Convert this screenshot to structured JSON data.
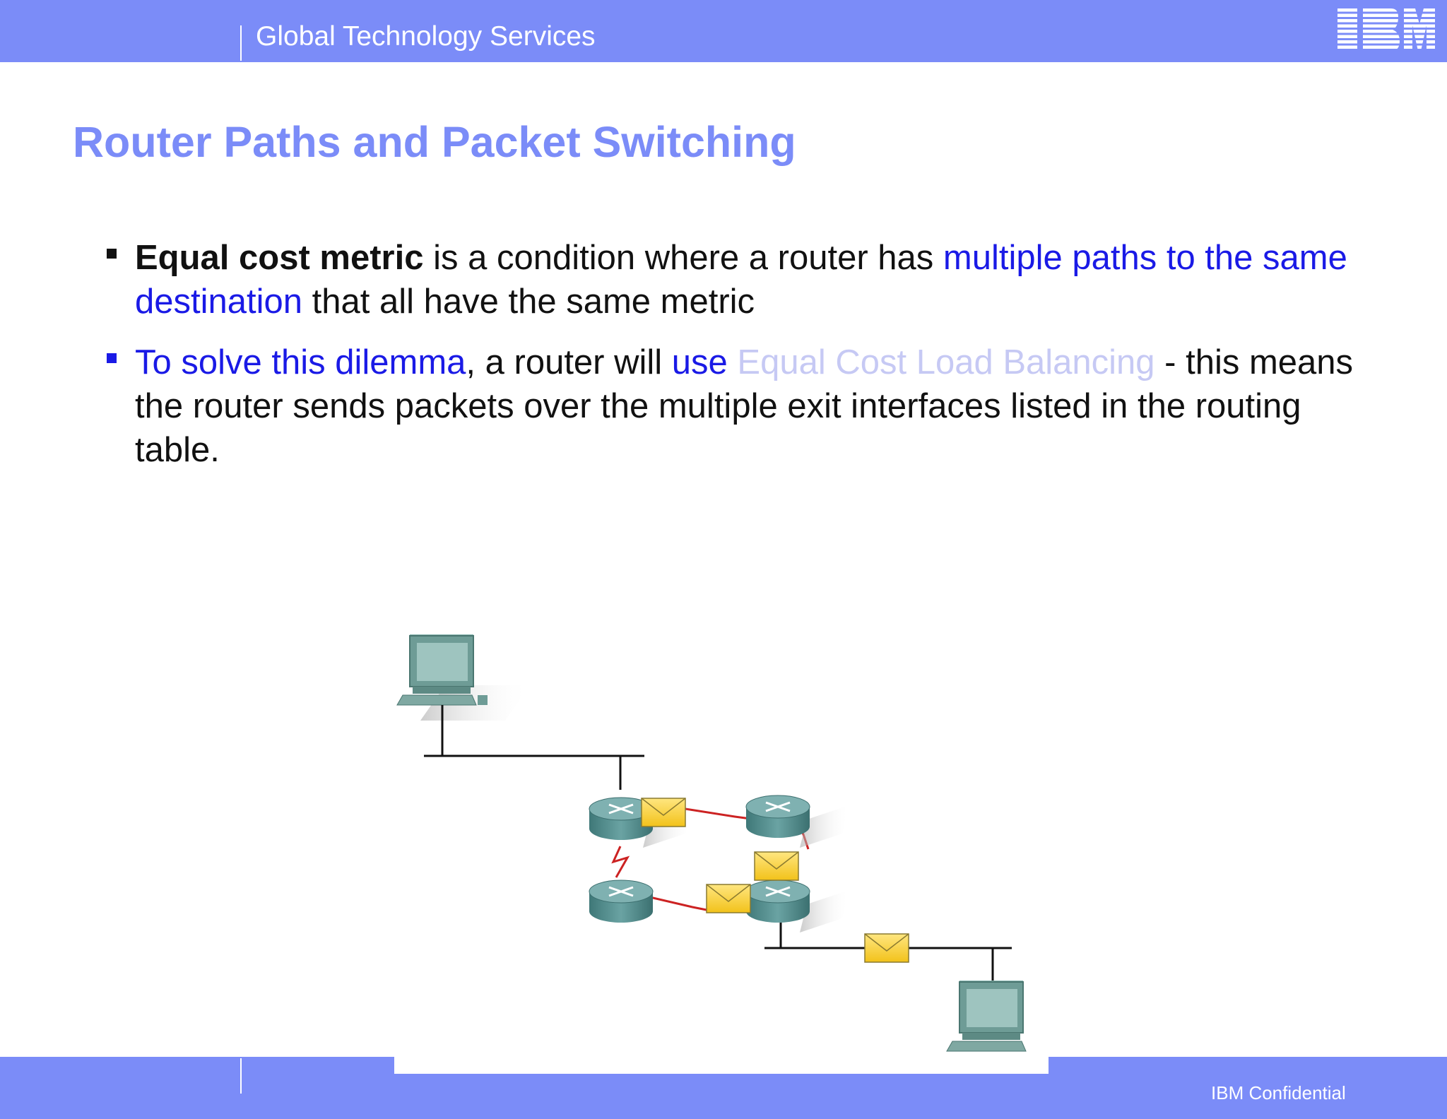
{
  "header": {
    "service_name": "Global Technology Services",
    "logo_text": "IBM",
    "bar_color": "#7b8cf8"
  },
  "slide": {
    "title": "Router Paths and Packet Switching",
    "bullets": [
      {
        "bold_term": "Equal cost metric",
        "text_1": " is a condition where a router has ",
        "highlight": "multiple paths to the same destination",
        "text_2": " that all have the same metric"
      },
      {
        "highlight_1": "To solve this dilemma",
        "text_1": ", a router will ",
        "highlight_2": "use",
        "faded_term": "Equal Cost Load Balancing",
        "text_2": " - this means the router sends packets over the multiple exit interfaces listed in the routing table."
      }
    ]
  },
  "diagram": {
    "icons": [
      "computer-icon",
      "router-icon",
      "envelope-icon",
      "serial-link-icon"
    ]
  },
  "footer": {
    "confidential": "IBM Confidential"
  },
  "colors": {
    "accent": "#7b8cf8",
    "link_blue": "#1a1ae6",
    "faded": "#c6c9f4"
  }
}
